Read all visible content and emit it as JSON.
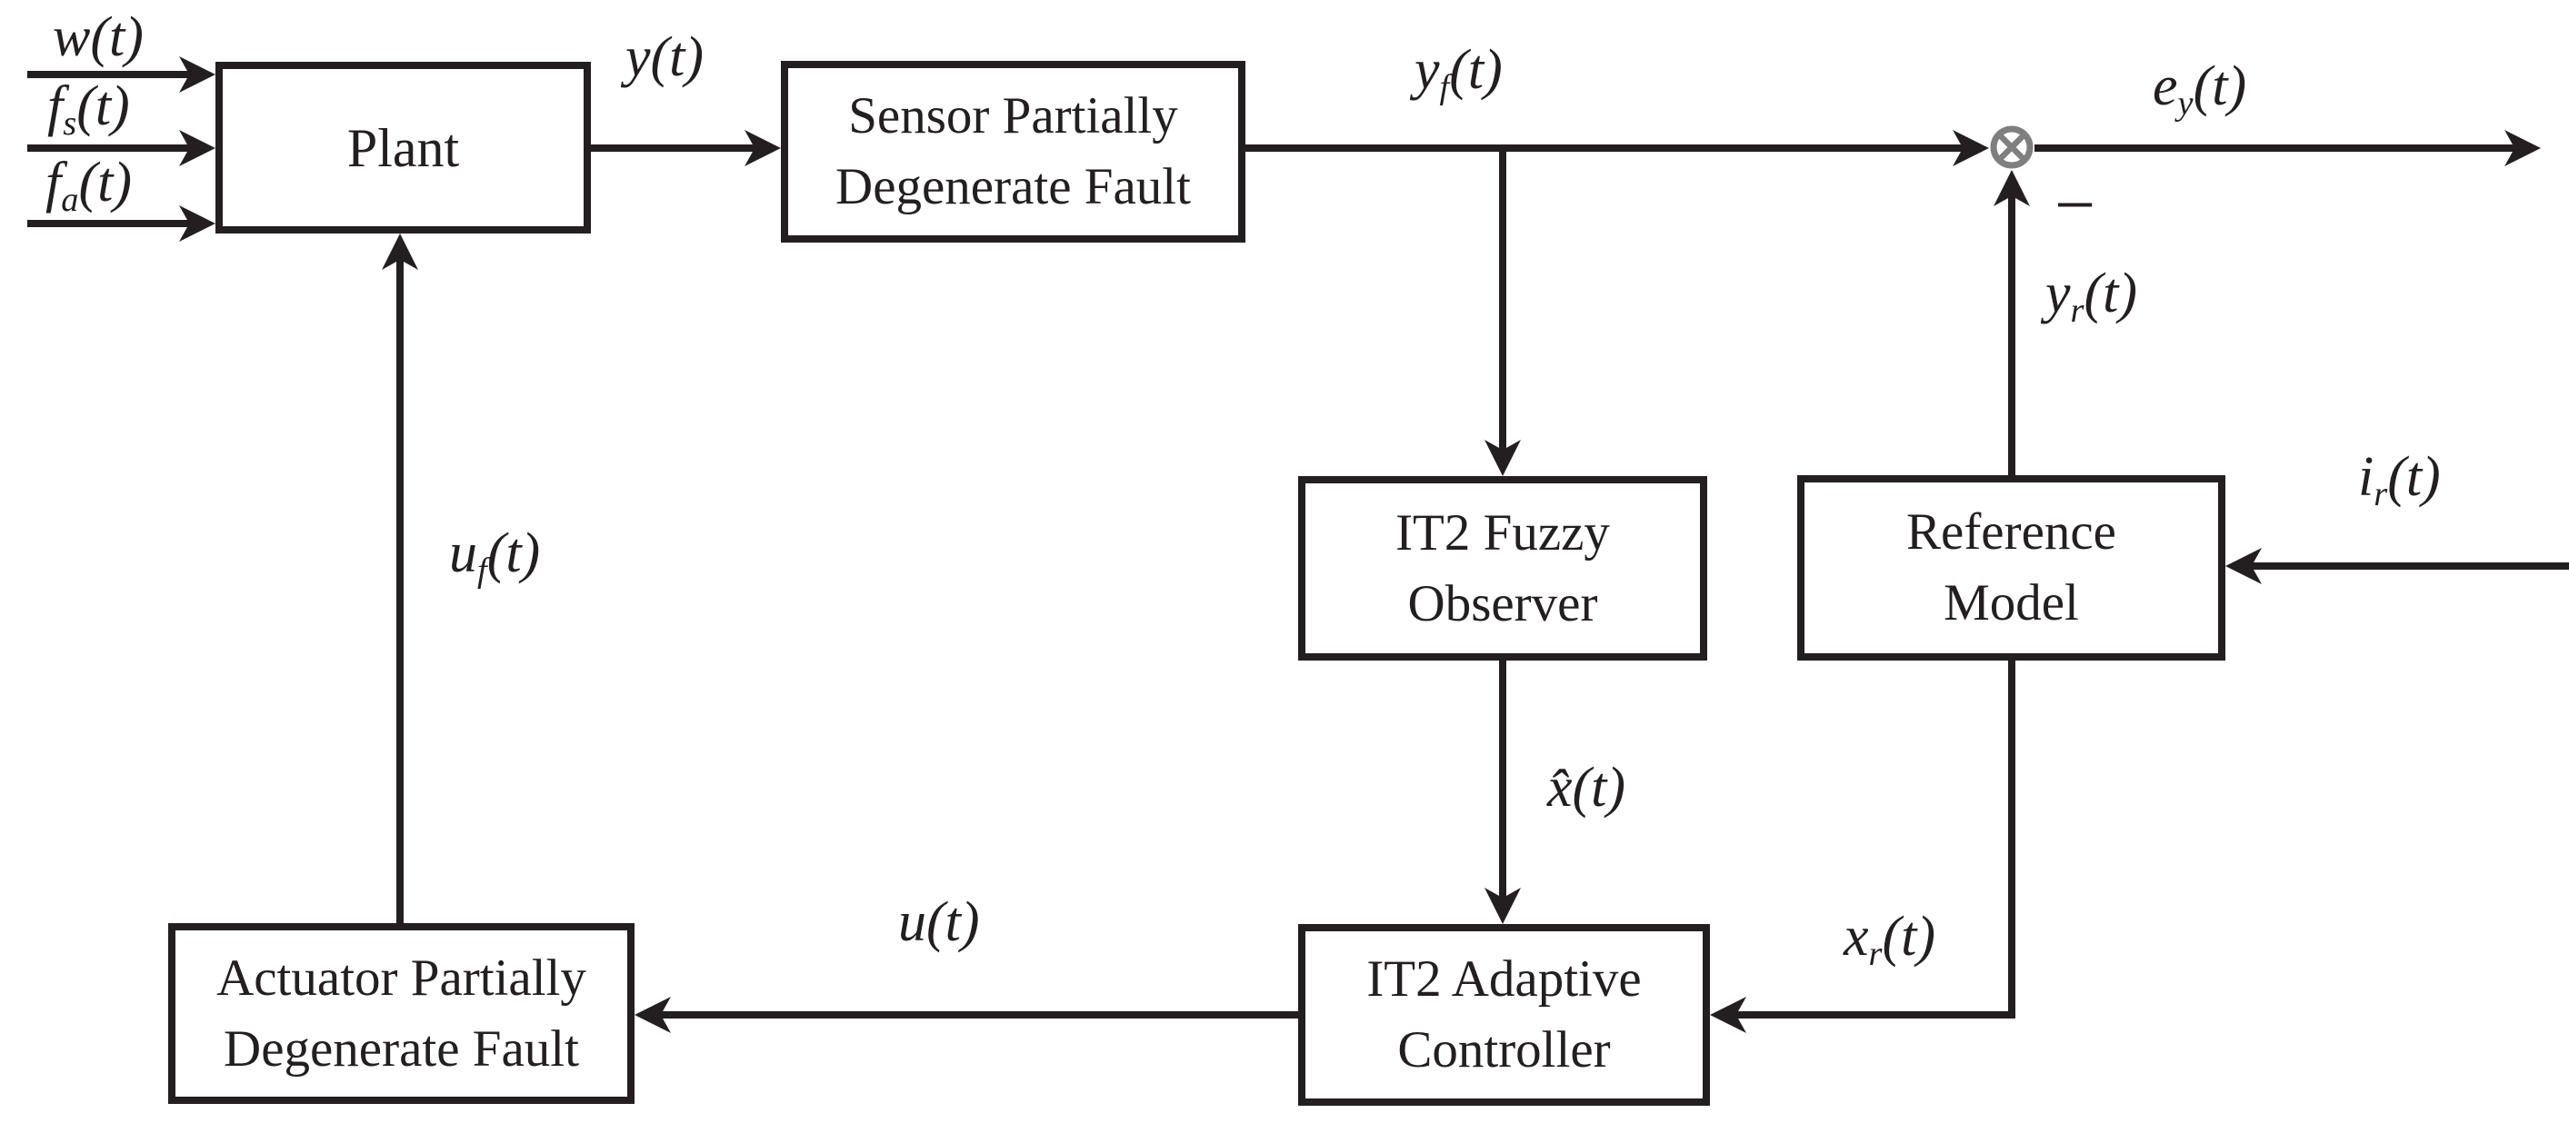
{
  "figure": {
    "background": "#ffffff",
    "ink_color": "#231f20",
    "junction_color": "#7f7f7f"
  },
  "blocks": {
    "plant": {
      "label": "Plant"
    },
    "sensor_fault": {
      "line1": "Sensor Partially",
      "line2": "Degenerate Fault"
    },
    "observer": {
      "line1": "IT2 Fuzzy",
      "line2": "Observer"
    },
    "reference_model": {
      "line1": "Reference",
      "line2": "Model"
    },
    "controller": {
      "line1": "IT2 Adaptive",
      "line2": "Controller"
    },
    "actuator_fault": {
      "line1": "Actuator Partially",
      "line2": "Degenerate Fault"
    }
  },
  "signals": {
    "w": {
      "base": "w",
      "sub": "",
      "arg": "(t)"
    },
    "f_s": {
      "base": "f",
      "sub": "s",
      "arg": "(t)"
    },
    "f_a": {
      "base": "f",
      "sub": "a",
      "arg": "(t)"
    },
    "y": {
      "base": "y",
      "sub": "",
      "arg": "(t)"
    },
    "y_f": {
      "base": "y",
      "sub": "f",
      "arg": "(t)"
    },
    "e_y": {
      "base": "e",
      "sub": "y",
      "arg": "(t)"
    },
    "y_r": {
      "base": "y",
      "sub": "r",
      "arg": "(t)"
    },
    "i_r": {
      "base": "i",
      "sub": "r",
      "arg": "(t)"
    },
    "x_hat": {
      "base": "x̂",
      "sub": "",
      "arg": "(t)"
    },
    "x_r": {
      "base": "x",
      "sub": "r",
      "arg": "(t)"
    },
    "u": {
      "base": "u",
      "sub": "",
      "arg": "(t)"
    },
    "u_f": {
      "base": "u",
      "sub": "f",
      "arg": "(t)"
    }
  },
  "junction": {
    "minus_sign": "−"
  }
}
